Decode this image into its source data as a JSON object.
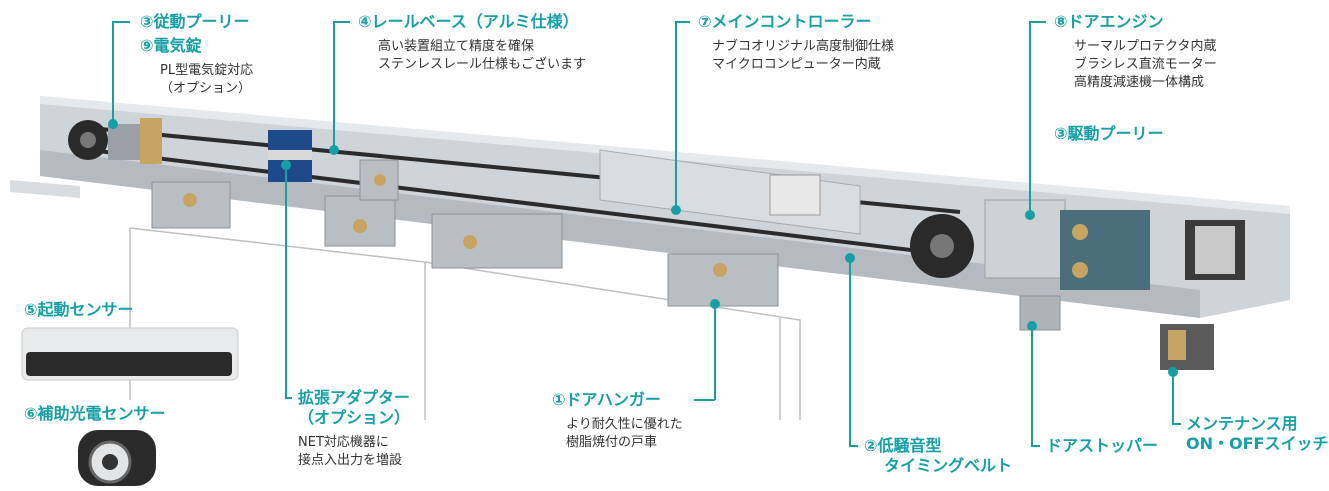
{
  "colors": {
    "accent": "#16a0a6",
    "body_text": "#333333",
    "rail": "#c9ced2",
    "belt": "#2b2b2b"
  },
  "labels": {
    "driven_pulley": "③従動プーリー",
    "electric_lock": "⑨電気錠",
    "electric_lock_desc": [
      "PL型電気錠対応",
      "（オプション）"
    ],
    "rail_base": "④レールベース（アルミ仕様）",
    "rail_base_desc": [
      "高い装置組立て精度を確保",
      "ステンレスレール仕様もございます"
    ],
    "main_controller": "⑦メインコントローラー",
    "main_controller_desc": [
      "ナブコオリジナル高度制御仕様",
      "マイクロコンピューター内蔵"
    ],
    "door_engine": "⑧ドアエンジン",
    "door_engine_desc": [
      "サーマルプロテクタ内蔵",
      "ブラシレス直流モーター",
      "高精度減速機一体構成"
    ],
    "drive_pulley": "③駆動プーリー",
    "start_sensor": "⑤起動センサー",
    "aux_sensor": "⑥補助光電センサー",
    "expansion_adapter": [
      "拡張アダプター",
      "（オプション）"
    ],
    "expansion_adapter_desc": [
      "NET対応機器に",
      "接点入出力を増設"
    ],
    "door_hanger": "①ドアハンガー",
    "door_hanger_desc": [
      "より耐久性に優れた",
      "樹脂焼付の戸車"
    ],
    "timing_belt": [
      "②低騒音型",
      "タイミングベルト"
    ],
    "door_stopper": "ドアストッパー",
    "maintenance_switch": [
      "メンテナンス用",
      "ON・OFFスイッチ"
    ]
  }
}
